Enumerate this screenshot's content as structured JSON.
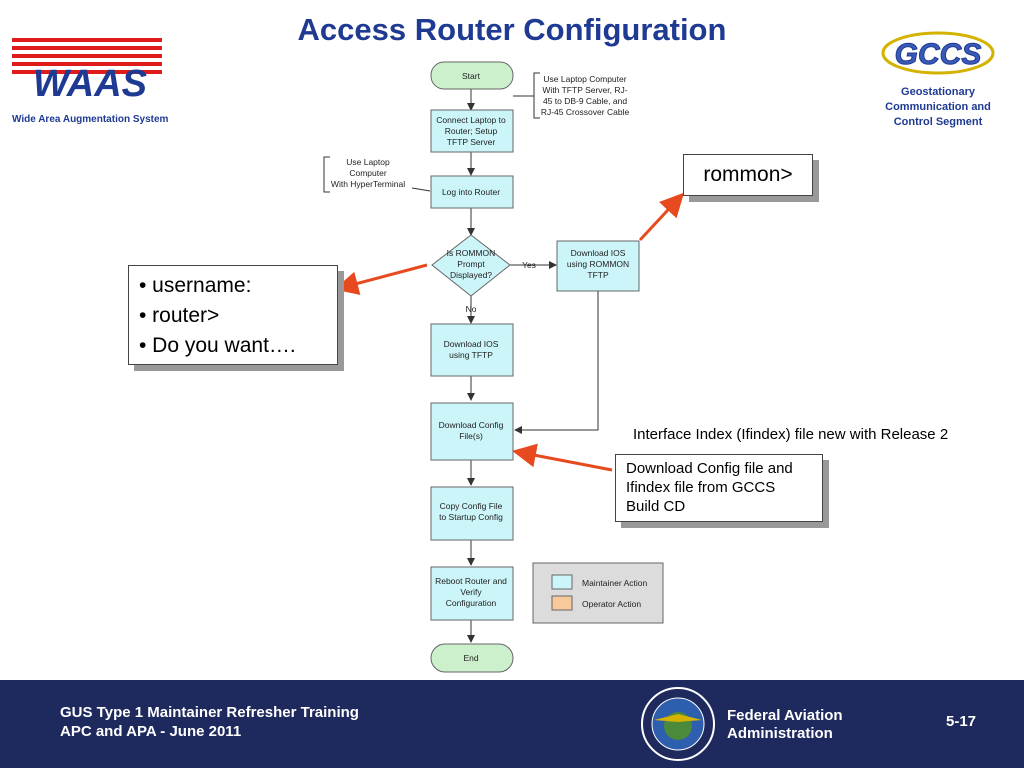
{
  "title": "Access Router Configuration",
  "left_logo": {
    "caption": "Wide Area Augmentation System"
  },
  "right_logo": {
    "lines": [
      "Geostationary",
      "Communication",
      "and Control Segment"
    ]
  },
  "flowchart": {
    "start": "Start",
    "connect": [
      "Connect Laptop to",
      "Router; Setup",
      "TFTP Server"
    ],
    "laptop_tftp_note": [
      "Use Laptop Computer",
      "With TFTP Server, RJ-",
      "45 to DB-9 Cable, and",
      "RJ-45 Crossover Cable"
    ],
    "hyperterminal_note": [
      "Use Laptop",
      "Computer",
      "With HyperTerminal"
    ],
    "login": "Log into Router",
    "decision": [
      "Is ROMMON",
      "Prompt",
      "Displayed?"
    ],
    "yes_label": "Yes",
    "no_label": "No",
    "rommon_download": [
      "Download IOS",
      "using ROMMON",
      "TFTP"
    ],
    "tftp_download": [
      "Download IOS",
      "using TFTP"
    ],
    "config_download": [
      "Download Config",
      "File(s)"
    ],
    "copy_config": [
      "Copy Config File",
      "to Startup Config"
    ],
    "reboot": [
      "Reboot Router and",
      "Verify",
      "Configuration"
    ],
    "end": "End",
    "legend": {
      "maintainer": "Maintainer Action",
      "operator": "Operator Action"
    },
    "colors": {
      "process": "#ccf5fa",
      "terminal": "#ccf0cc",
      "operator": "#f8c99a",
      "legend_bg": "#dcdcdc",
      "arrow": "#e84a1f"
    }
  },
  "callouts": {
    "rommon": "rommon>",
    "prompts": [
      "• username:",
      "• router>",
      "• Do you want…."
    ],
    "config": [
      "Download Config file and",
      "Ifindex file from GCCS",
      "Build CD"
    ]
  },
  "ifindex_note": "Interface Index (Ifindex) file new with Release 2",
  "footer": {
    "course": [
      "GUS Type 1 Maintainer Refresher Training",
      "APC and APA - June 2011"
    ],
    "agency": [
      "Federal Aviation",
      "Administration"
    ],
    "page": "5-17"
  }
}
